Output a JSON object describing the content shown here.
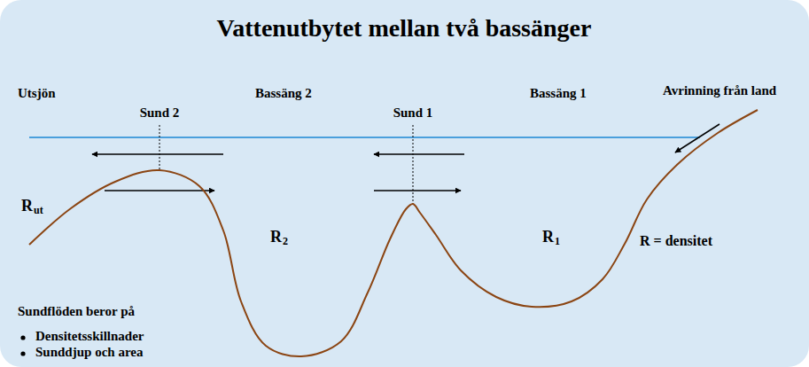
{
  "diagram": {
    "title": "Vattenutbytet mellan två bassänger",
    "labels": [
      "Utsjön",
      "Sund 2",
      "Bassäng 2",
      "Sund 1",
      "Bassäng 1",
      "Avrinning från land",
      "R",
      "ut",
      "R",
      "2",
      "R",
      "1",
      "R = densitet",
      "Sundflöden beror på",
      "Densitetsskillnader",
      "Sunddjup och area"
    ]
  }
}
